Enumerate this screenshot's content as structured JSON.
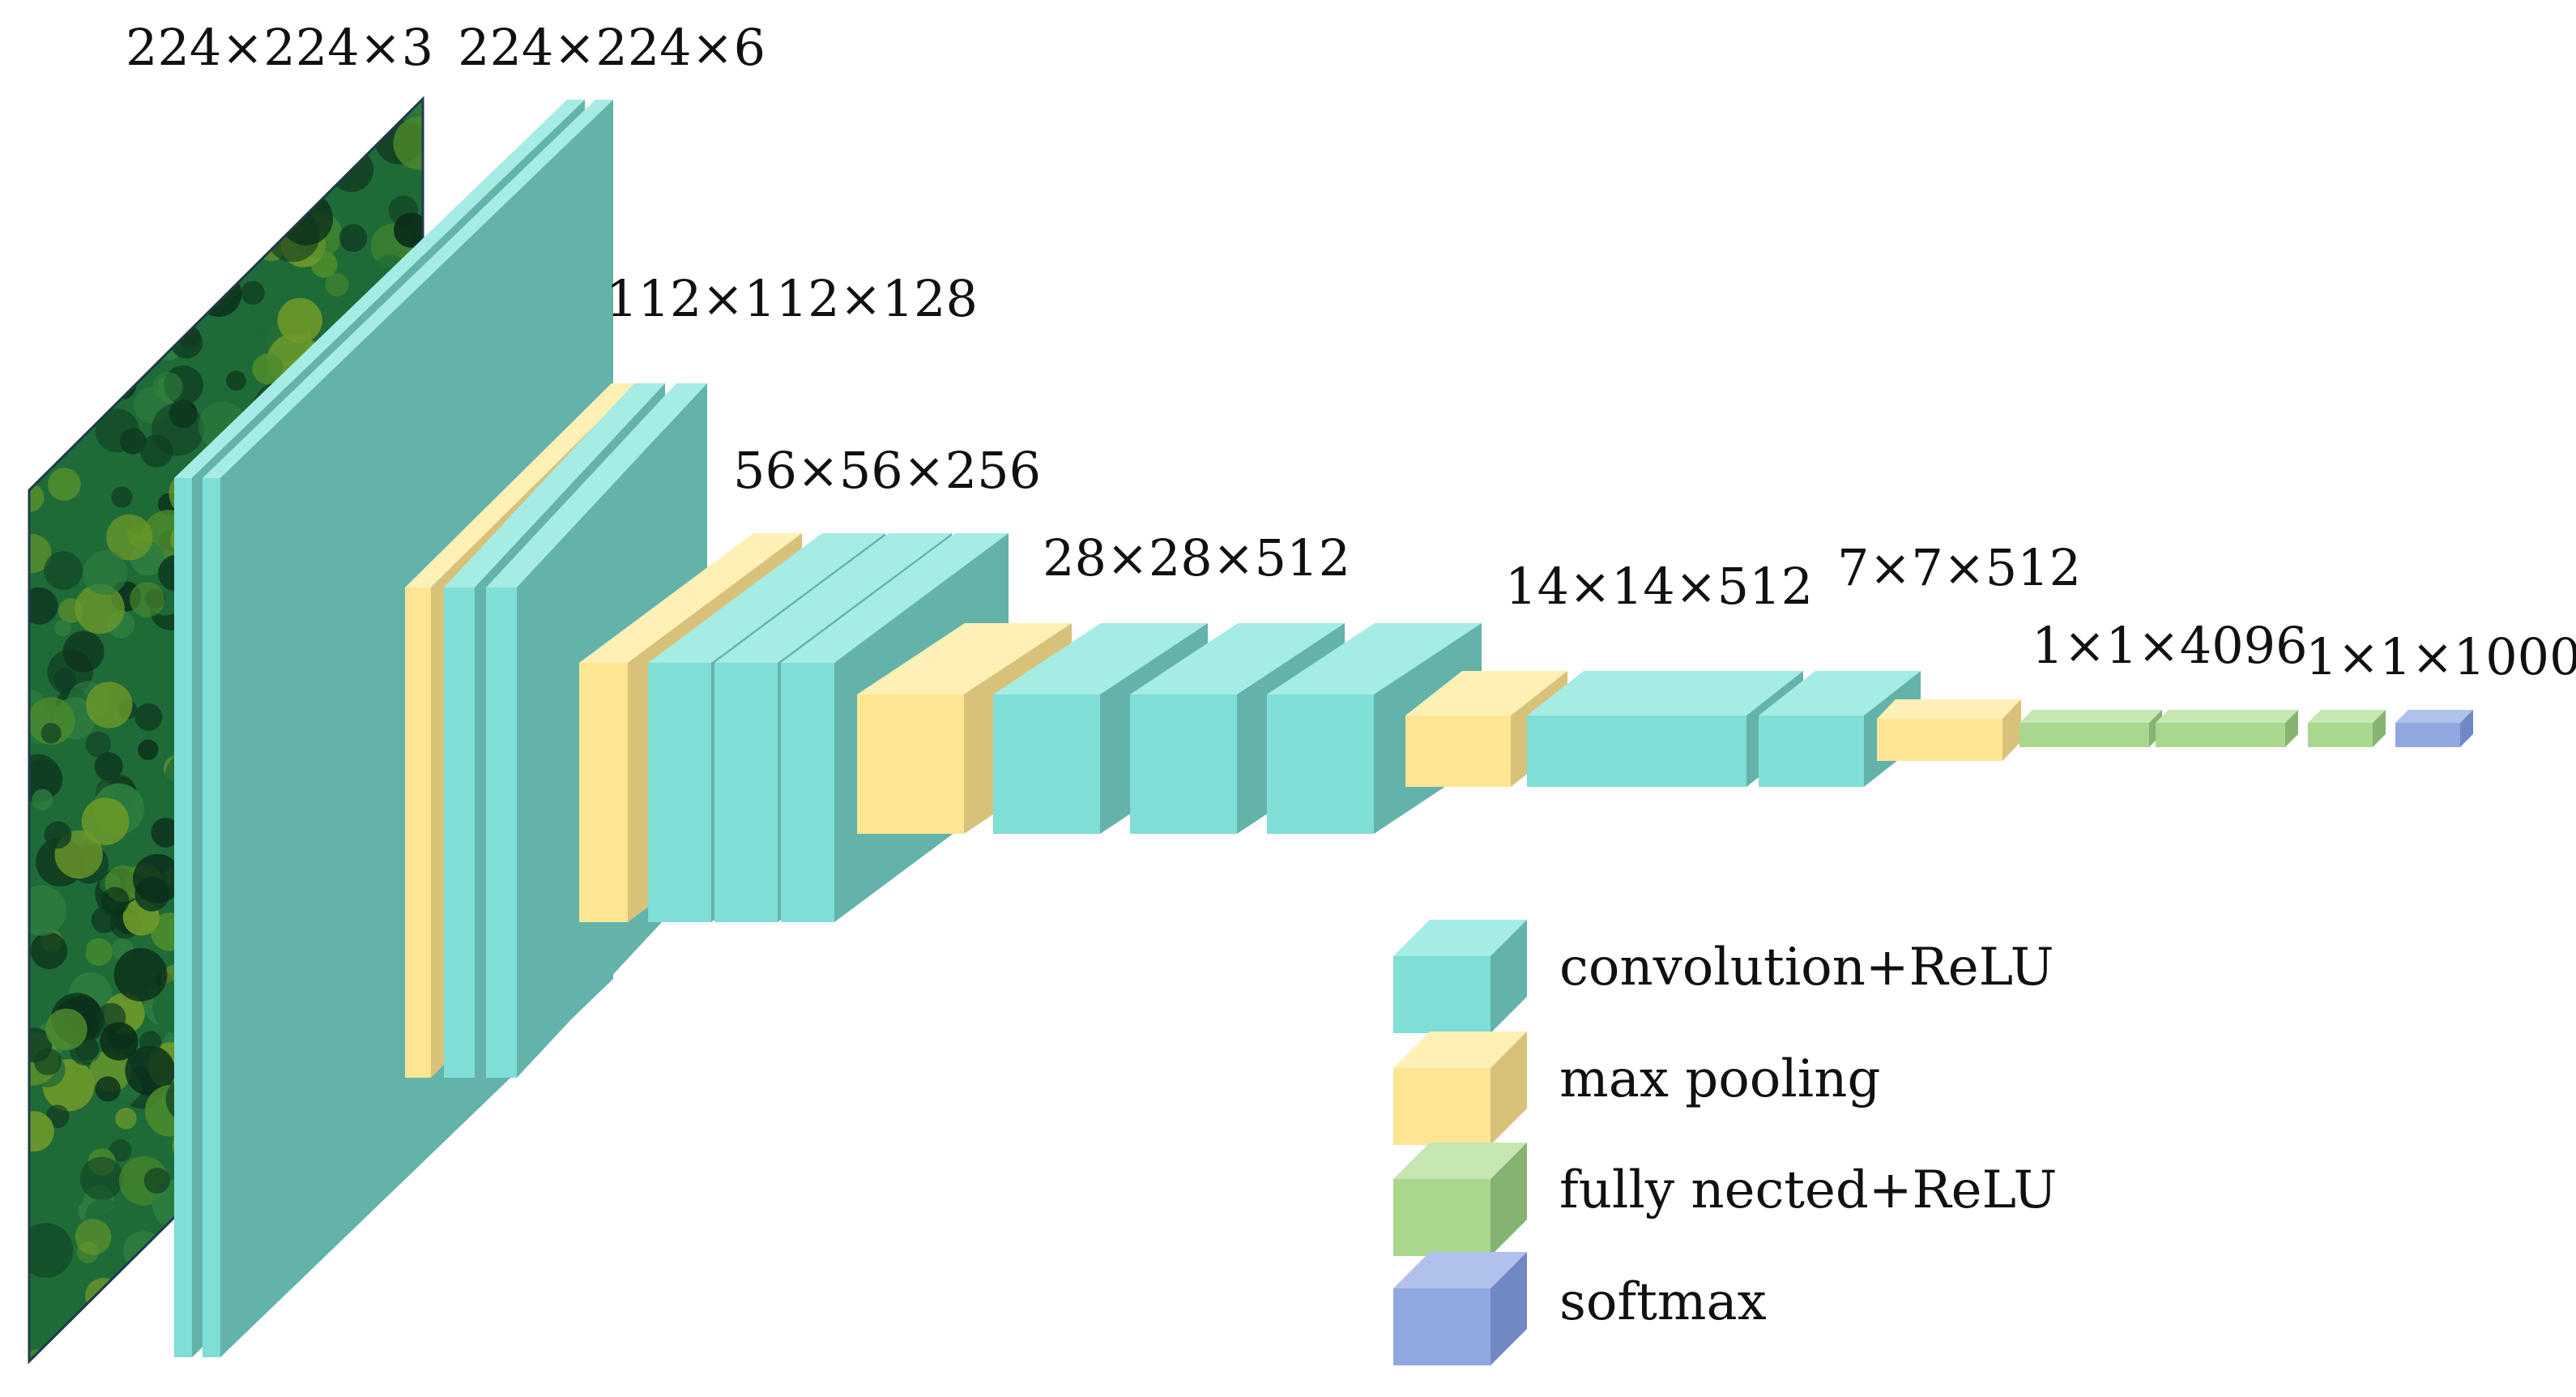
{
  "colors": {
    "conv": {
      "front": "#7fded6",
      "top": "#a5ece5",
      "side": "#63b3ab"
    },
    "pool": {
      "front": "#fde594",
      "top": "#fff0b5",
      "side": "#d8c27a"
    },
    "fc": {
      "front": "#a9d78e",
      "top": "#c6e7b2",
      "side": "#86b371"
    },
    "soft": {
      "front": "#90a8df",
      "top": "#b0c2ec",
      "side": "#7189c2"
    },
    "image": {
      "dark": "#0f3d22",
      "mid": "#1f6b37",
      "light": "#6f9a2a"
    }
  },
  "input_image": {
    "icon": "forest-aerial-photo"
  },
  "dimension_labels": [
    {
      "id": "input",
      "text": "224×224×3"
    },
    {
      "id": "conv1",
      "text": "224×224×6"
    },
    {
      "id": "conv2",
      "text": "112×112×128"
    },
    {
      "id": "conv3",
      "text": "56×56×256"
    },
    {
      "id": "conv4",
      "text": "28×28×512"
    },
    {
      "id": "conv5",
      "text": "14×14×512"
    },
    {
      "id": "pool5",
      "text": "7×7×512"
    },
    {
      "id": "fc",
      "text": "1×1×4096"
    },
    {
      "id": "out",
      "text": "1×1×1000"
    }
  ],
  "layer_types": [
    "conv",
    "conv",
    "pool",
    "conv",
    "conv",
    "pool",
    "conv",
    "conv",
    "conv",
    "pool",
    "conv",
    "conv",
    "conv",
    "pool",
    "conv",
    "conv",
    "conv",
    "pool",
    "fc",
    "fc",
    "fc",
    "soft"
  ],
  "legend": [
    {
      "type": "conv",
      "label": "convolution+ReLU"
    },
    {
      "type": "pool",
      "label": "max pooling"
    },
    {
      "type": "fc",
      "label": "fully nected+ReLU"
    },
    {
      "type": "soft",
      "label": "softmax"
    }
  ]
}
